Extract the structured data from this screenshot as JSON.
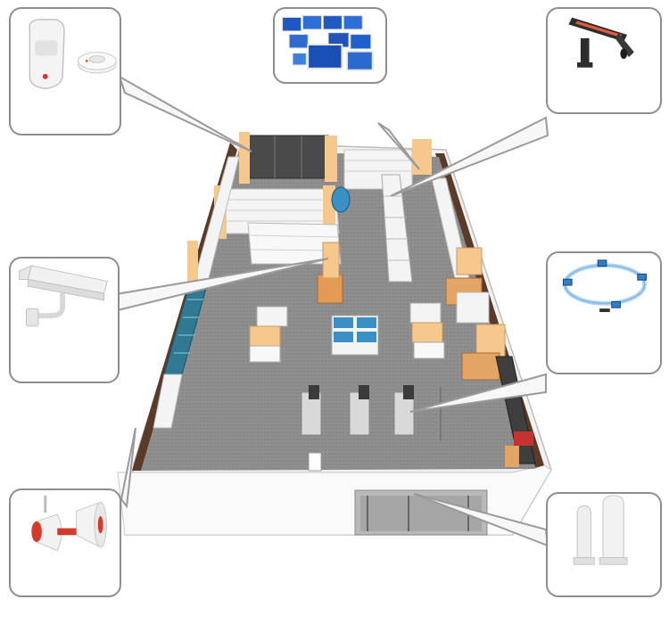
{
  "colors": {
    "floor": "#8e8e8e",
    "wall_outer": "#f2f2f2",
    "wall_brown": "#5a3a28",
    "shelf": "#f4f4f4",
    "accent_wood": "#f5c88e",
    "glass_blue": "#3a8fc4",
    "callout_border": "#8e8e8e",
    "leader_line": "#9a9a9a"
  },
  "icons": [
    {
      "id": "top-left",
      "name": "motion-sensor-and-smoke-detector-icon"
    },
    {
      "id": "top-center",
      "name": "monitoring-screens-icon"
    },
    {
      "id": "top-right",
      "name": "card-payment-terminal-icon"
    },
    {
      "id": "mid-left",
      "name": "cctv-camera-icon"
    },
    {
      "id": "mid-right",
      "name": "network-ring-icon"
    },
    {
      "id": "bottom-left",
      "name": "pa-horn-speaker-icon"
    },
    {
      "id": "bottom-right",
      "name": "eas-security-gate-icon"
    }
  ]
}
